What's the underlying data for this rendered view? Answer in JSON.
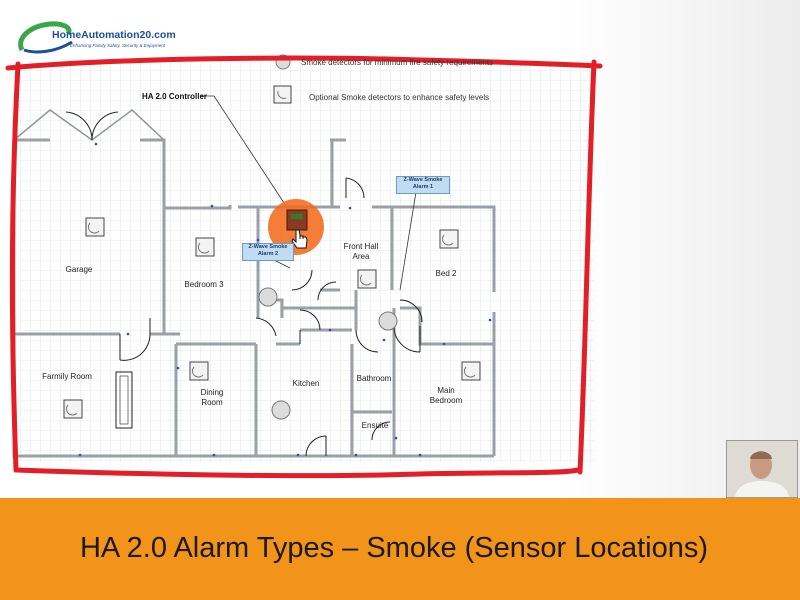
{
  "logo": {
    "name": "HomeAutomation20.com",
    "tagline": "Enhancing Family Safety, Security & Enjoyment"
  },
  "legend": [
    {
      "label": "Smoke detectors for minimum fire safety requirements"
    },
    {
      "label": "Optional Smoke detectors to enhance safety levels"
    }
  ],
  "controller_label": "HA 2.0 Controller",
  "callouts": {
    "alarm1": "Z-Wave Smoke Alarm 1",
    "alarm2": "Z-Wave Smoke Alarm 2"
  },
  "rooms": {
    "garage": "Garage",
    "bedroom3": "Bedroom 3",
    "front_hall": "Front Hall Area",
    "bed2": "Bed 2",
    "family_room": "Farmily Room",
    "dining_room": "Dining Room",
    "kitchen": "Kitchen",
    "bathroom": "Bathroom",
    "ensuite": "Ensuite",
    "main_bedroom": "Main Bedroom"
  },
  "banner": {
    "title": "HA 2.0 Alarm Types – Smoke (Sensor Locations)"
  },
  "colors": {
    "banner": "#f19419",
    "frame": "#e41e26",
    "highlight": "#f26b1c",
    "callout_fill": "#bfdcf2",
    "brand": "#1a4f9c"
  },
  "icons": {
    "webcam": "presenter-webcam",
    "pointer": "hand-pointer-icon",
    "detector": "smoke-detector-icon"
  }
}
